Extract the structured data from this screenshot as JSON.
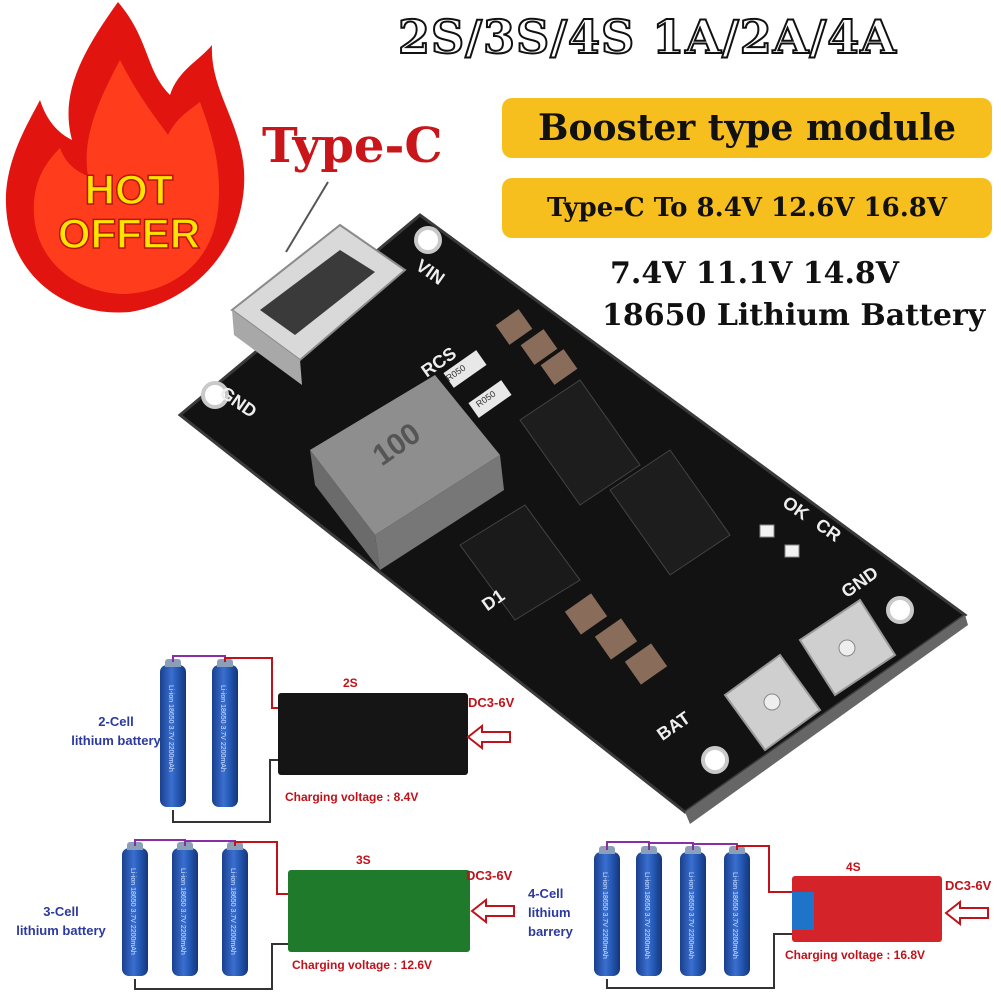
{
  "badge": {
    "line1": "HOT",
    "line2": "OFFER"
  },
  "header": {
    "title": "2S/3S/4S  1A/2A/4A",
    "pill1": "Booster type module",
    "pill2": "Type-C To 8.4V 12.6V 16.8V",
    "voltages": "7.4V 11.1V 14.8V",
    "battery": "18650 Lithium Battery"
  },
  "callout": {
    "typec": "Type-C"
  },
  "board": {
    "silk_vin": "VIN",
    "silk_gnd_left": "GND",
    "silk_rcs": "RCS",
    "silk_r050a": "R050",
    "silk_r050b": "R050",
    "silk_inductor": "100",
    "silk_ok": "OK",
    "silk_cr": "CR",
    "silk_gnd_right": "GND",
    "silk_d1": "D1",
    "silk_bat": "BAT"
  },
  "diagrams": {
    "two_cell": {
      "label_line1": "2-Cell",
      "label_line2": "lithium battery",
      "module": "2S",
      "dc": "DC3-6V",
      "charging": "Charging voltage : 8.4V",
      "module_color": "#151515"
    },
    "three_cell": {
      "label_line1": "3-Cell",
      "label_line2": "lithium battery",
      "module": "3S",
      "dc": "DC3-6V",
      "charging": "Charging voltage : 12.6V",
      "module_color": "#1f7a2c"
    },
    "four_cell": {
      "label_line1": "4-Cell",
      "label_line2": "lithium",
      "label_line3": "barrery",
      "module": "4S",
      "dc": "DC3-6V",
      "charging": "Charging voltage : 16.8V",
      "module_color": "#d4242a"
    },
    "cell_print": "Li-ion 18650 3.7V 2200mAh"
  },
  "colors": {
    "flame_outer": "#e1140f",
    "flame_inner": "#ff4a1a",
    "pill": "#f7bf1e",
    "pcb": "#141414"
  }
}
